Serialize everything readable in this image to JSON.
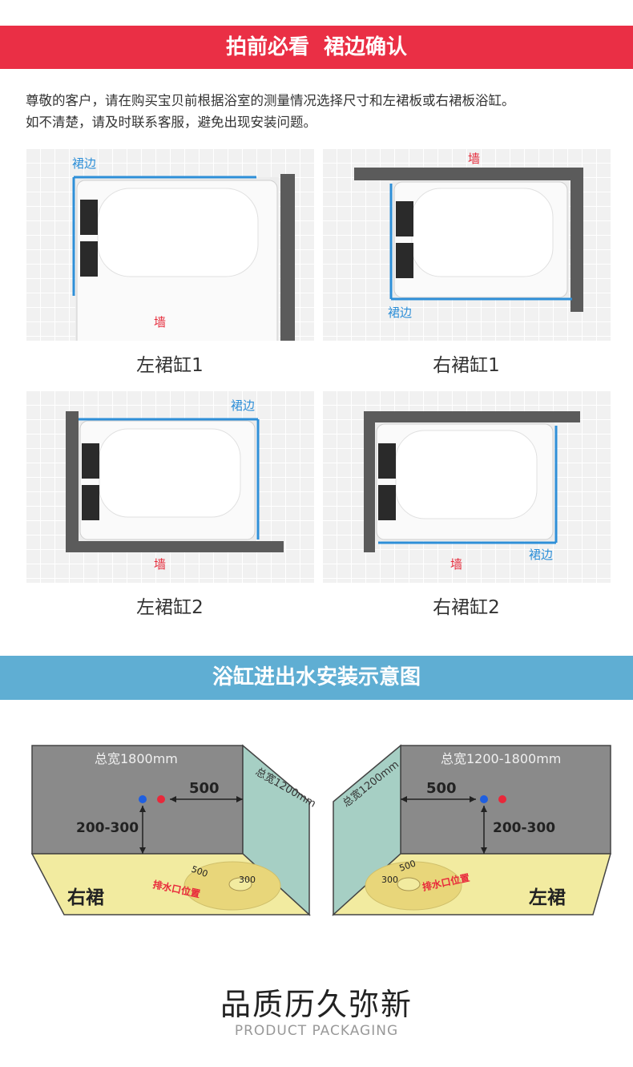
{
  "header": {
    "title": "拍前必看  裙边确认"
  },
  "intro": {
    "line1": "尊敬的客户，请在购买宝贝前根据浴室的测量情况选择尺寸和左裙板或右裙板浴缸。",
    "line2": "如不清楚，请及时联系客服，避免出现安装问题。"
  },
  "labels": {
    "wall": "墙",
    "skirt": "裙边"
  },
  "panels": [
    {
      "caption": "左裙缸1"
    },
    {
      "caption": "右裙缸1"
    },
    {
      "caption": "左裙缸2"
    },
    {
      "caption": "右裙缸2"
    }
  ],
  "section2": {
    "title": "浴缸进出水安装示意图"
  },
  "diagram_left": {
    "total_width": "总宽1800mm",
    "side_width": "总宽1200mm",
    "dist_h": "500",
    "dist_v": "200-300",
    "drain_label": "排水口位置",
    "drain_a": "500",
    "drain_b": "300",
    "skirt": "右裙"
  },
  "diagram_right": {
    "total_width": "总宽1200-1800mm",
    "side_width": "总宽1200mm",
    "dist_h": "500",
    "dist_v": "200-300",
    "drain_label": "排水口位置",
    "drain_a": "500",
    "drain_b": "300",
    "skirt": "左裙"
  },
  "footer": {
    "title": "品质历久弥新",
    "subtitle": "PRODUCT PACKAGING"
  },
  "colors": {
    "red_banner": "#ea2f45",
    "blue_banner": "#5faed3",
    "wall_label": "#e52a3a",
    "skirt_line": "#2e8fd8",
    "hot_dot": "#e8283a",
    "cold_dot": "#1f5fe0"
  }
}
